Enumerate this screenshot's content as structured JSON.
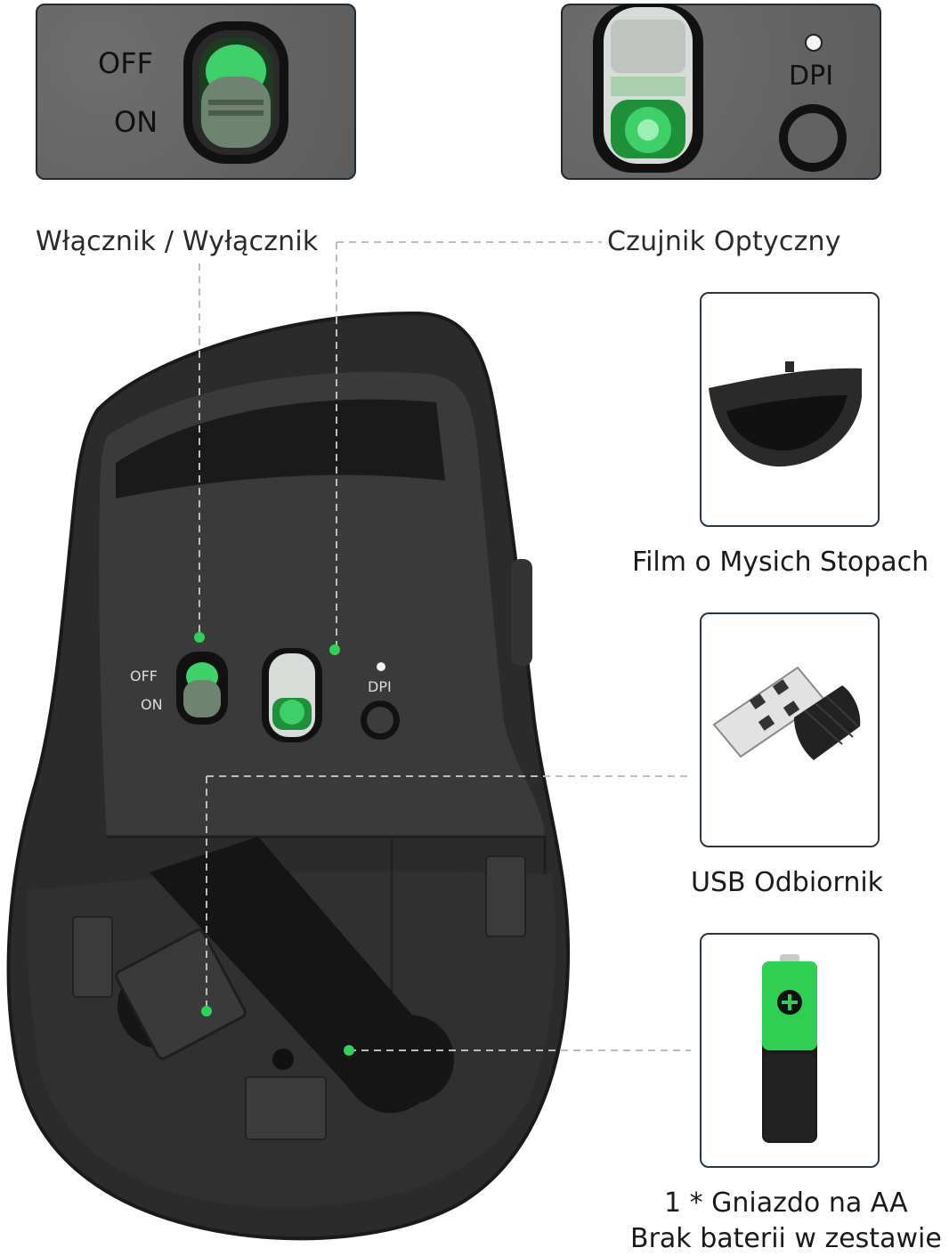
{
  "zoom_power": {
    "off_label": "OFF",
    "on_label": "ON"
  },
  "zoom_sensor": {
    "dpi_label": "DPI"
  },
  "callouts": {
    "power_switch": "Włącznik / Wyłącznik",
    "optical_sensor": "Czujnik Optyczny"
  },
  "mouse_body": {
    "off_label": "OFF",
    "on_label": "ON",
    "dpi_label": "DPI"
  },
  "cards": [
    {
      "label": "Film o Mysich Stopach"
    },
    {
      "label": "USB Odbiornik"
    },
    {
      "label_line1": "1 * Gniazdo na AA",
      "label_line2": "Brak baterii w zestawie"
    }
  ],
  "colors": {
    "accent_green": "#2fd15a",
    "panel_grey": "#646464",
    "mouse_black": "#2b2b2b",
    "border_dark": "#1f2a33"
  },
  "icons": [
    "power-slider-icon",
    "optical-sensor-icon",
    "dpi-button-icon",
    "mouse-feet-icon",
    "usb-receiver-icon",
    "aa-battery-icon"
  ]
}
